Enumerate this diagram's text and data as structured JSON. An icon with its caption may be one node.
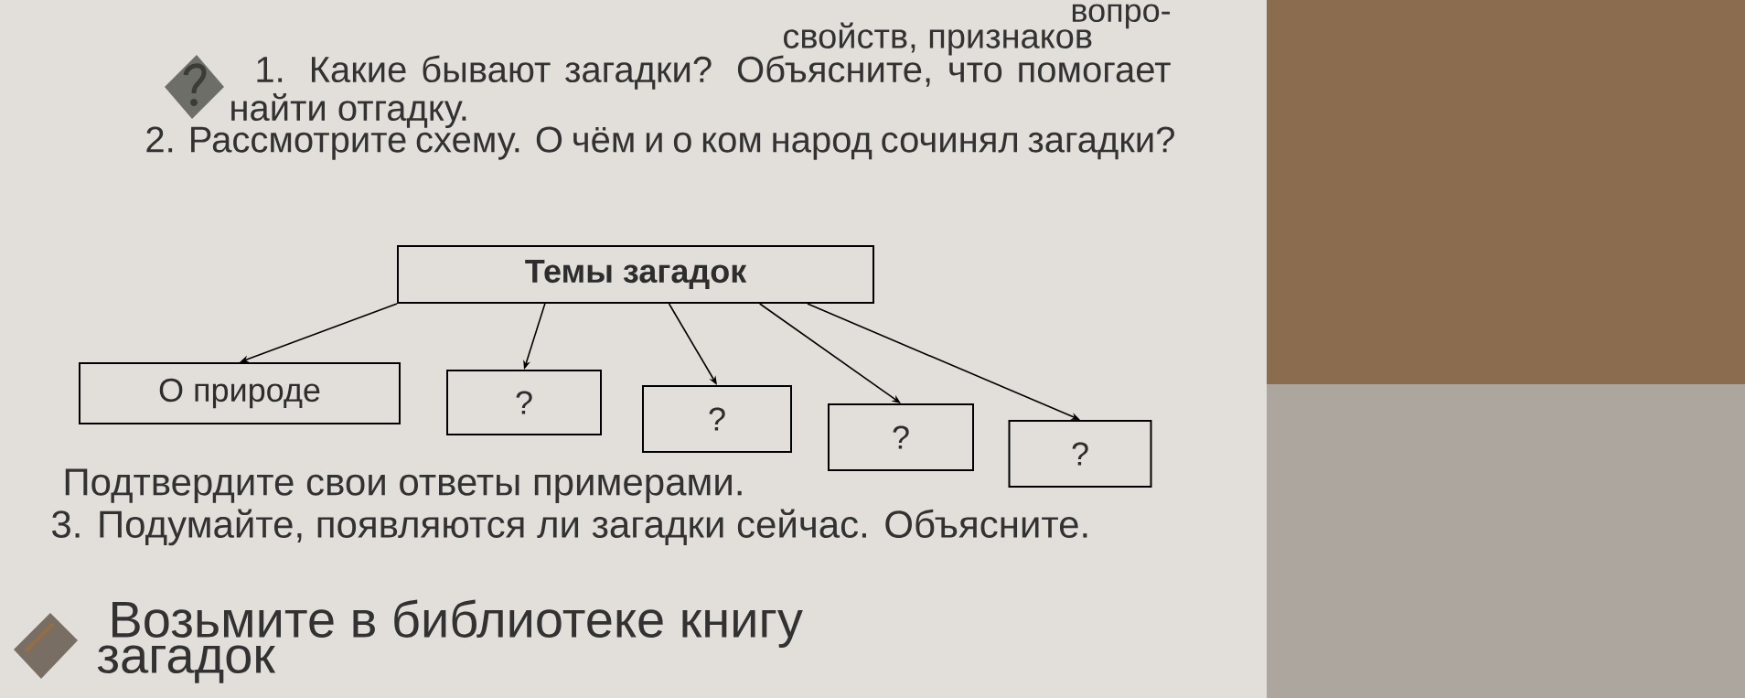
{
  "diagram": {
    "nodes": [
      {
        "text": [
          "Темы загадок"
        ]
      },
      {
        "text": [
          "О природе"
        ]
      },
      {
        "text": [
          "?"
        ]
      },
      {
        "text": [
          "?"
        ]
      },
      {
        "text": [
          "?"
        ]
      },
      {
        "text": [
          "?"
        ]
      }
    ],
    "edges": [
      {
        "from": 0,
        "to": 1,
        "arrow": "to"
      },
      {
        "from": 0,
        "to": 2,
        "arrow": "to"
      },
      {
        "from": 0,
        "to": 3,
        "arrow": "to"
      },
      {
        "from": 0,
        "to": 4,
        "arrow": "to"
      },
      {
        "from": 0,
        "to": 5,
        "arrow": "to"
      }
    ],
    "labels": [
      "вопро-",
      "свойств, признаков",
      "1. Какие бывают загадки? Объясните, что помогает найти отгадку.",
      "2. Рассмотрите схему. О чём и о ком народ сочинял загадки?",
      "Подтвердите свои ответы примерами.",
      "3. Подумайте, появляются ли загадки сейчас. Объясните.",
      "Возьмите в библиотеке книгу",
      "загадок"
    ]
  }
}
